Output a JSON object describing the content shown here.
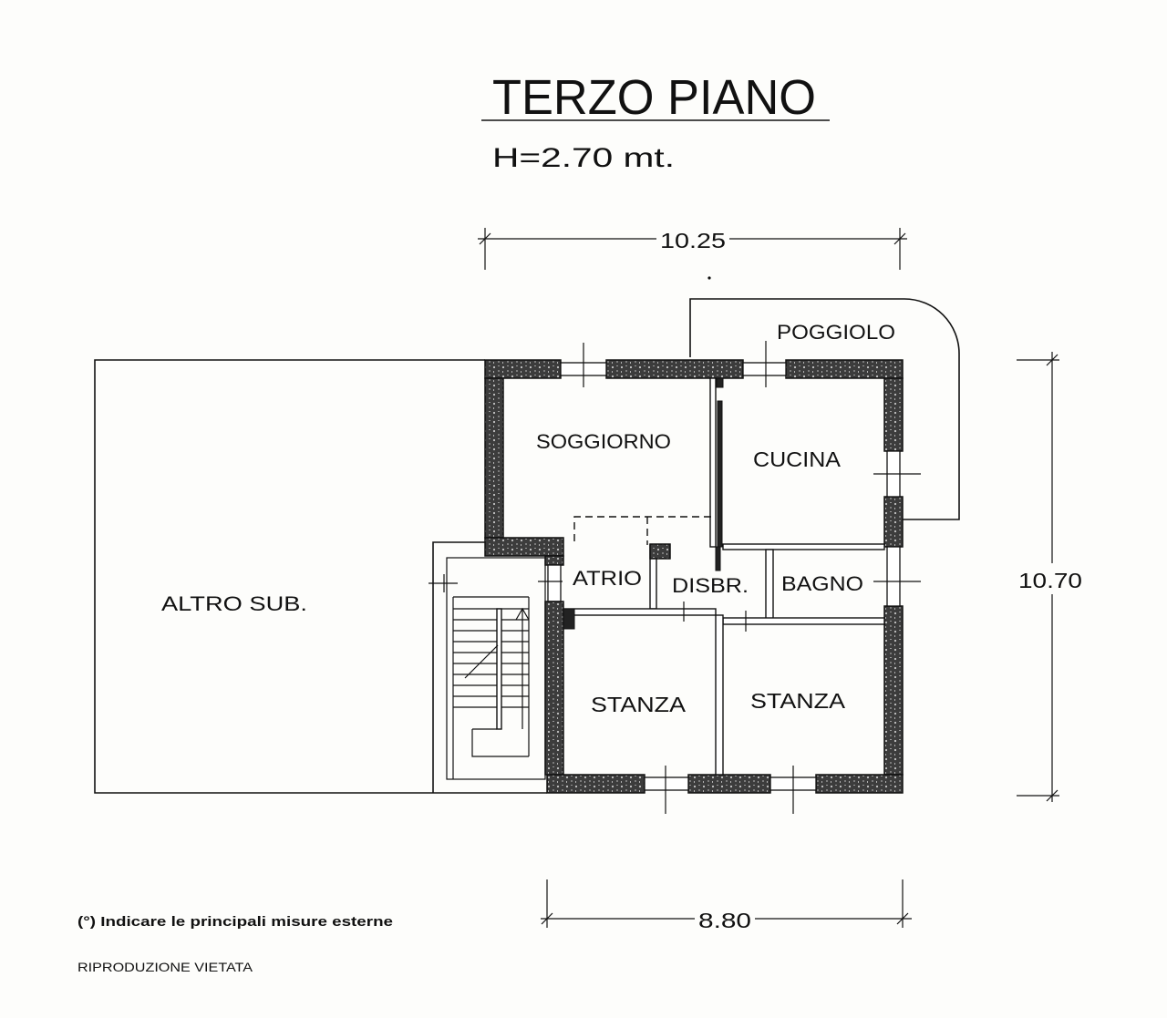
{
  "title": "TERZO PIANO",
  "ceiling_height": "H=2.70 mt.",
  "measurements": {
    "north_span": "10.25",
    "east_span": "10.70",
    "south_span": "8.80"
  },
  "rooms": {
    "balcony": "POGGIOLO",
    "living_room": "SOGGIORNO",
    "kitchen": "CUCINA",
    "entrance": "ATRIO",
    "hallway": "DISBR.",
    "bathroom": "BAGNO",
    "bedroom_left": "STANZA",
    "bedroom_right": "STANZA",
    "adjacent_unit": "ALTRO SUB."
  },
  "notes": {
    "measurement_note": "(°) Indicare le principali misure esterne",
    "reproduction_notice": "RIPRODUZIONE VIETATA"
  }
}
